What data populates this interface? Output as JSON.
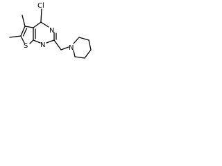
{
  "molecule": {
    "atoms": {
      "cl": "Cl",
      "n_top": "N",
      "n_bottom": "N",
      "s": "S",
      "n_piperidine": "N"
    },
    "colors": {
      "bond": "#000000",
      "text": "#000000",
      "background": "#ffffff"
    }
  }
}
